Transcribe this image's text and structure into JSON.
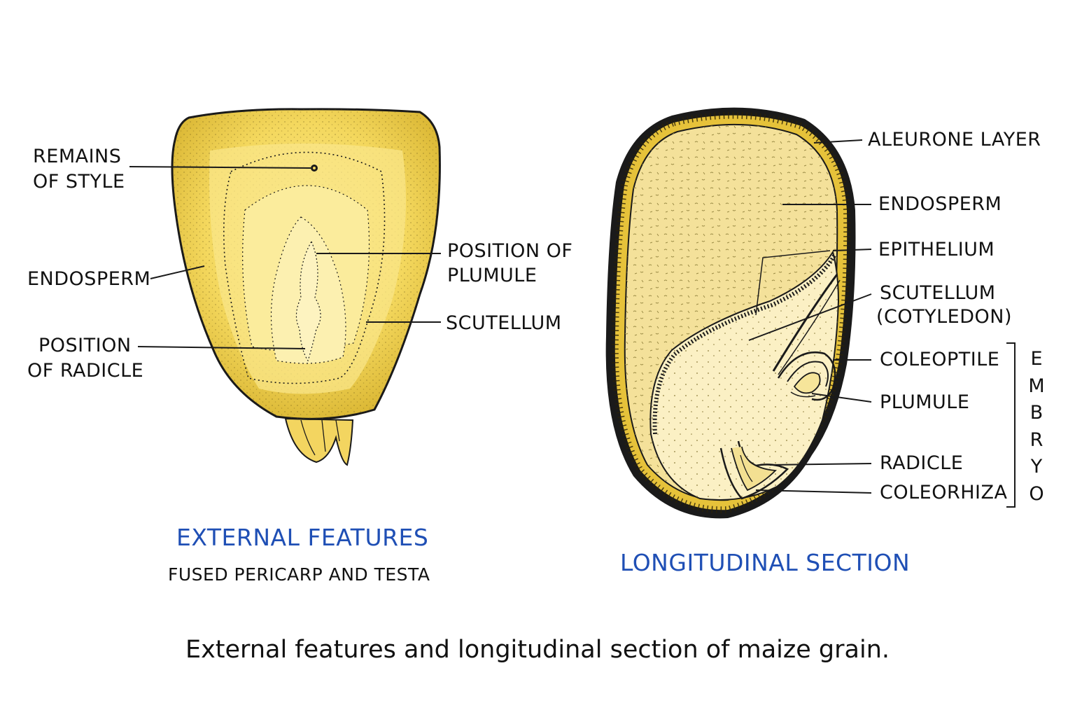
{
  "external": {
    "title": "EXTERNAL FEATURES",
    "subtitle": "FUSED PERICARP AND TESTA",
    "labels": {
      "remains_of_style_1": "REMAINS",
      "remains_of_style_2": "OF STYLE",
      "endosperm": "ENDOSPERM",
      "position_of_radicle_1": "POSITION",
      "position_of_radicle_2": "OF RADICLE",
      "position_of_plumule_1": "POSITION OF",
      "position_of_plumule_2": "PLUMULE",
      "scutellum": "SCUTELLUM"
    }
  },
  "section": {
    "title": "LONGITUDINAL SECTION",
    "labels": {
      "aleurone_layer": "ALEURONE LAYER",
      "endosperm": "ENDOSPERM",
      "epithelium": "EPITHELIUM",
      "scutellum_1": "SCUTELLUM",
      "scutellum_2": "(COTYLEDON)",
      "coleoptile": "COLEOPTILE",
      "plumule": "PLUMULE",
      "radicle": "RADICLE",
      "coleorhiza": "COLEORHIZA"
    },
    "embryo_letters": [
      "E",
      "M",
      "B",
      "R",
      "Y",
      "O"
    ]
  },
  "caption": "External features and longitudinal section of maize grain.",
  "colors": {
    "kernel_yellow": "#f2d65a",
    "endosperm_pale": "#f7e6a0",
    "embryo_pale": "#fbf0c4",
    "outline": "#1a1a1a",
    "title_blue": "#1f4fb5"
  }
}
